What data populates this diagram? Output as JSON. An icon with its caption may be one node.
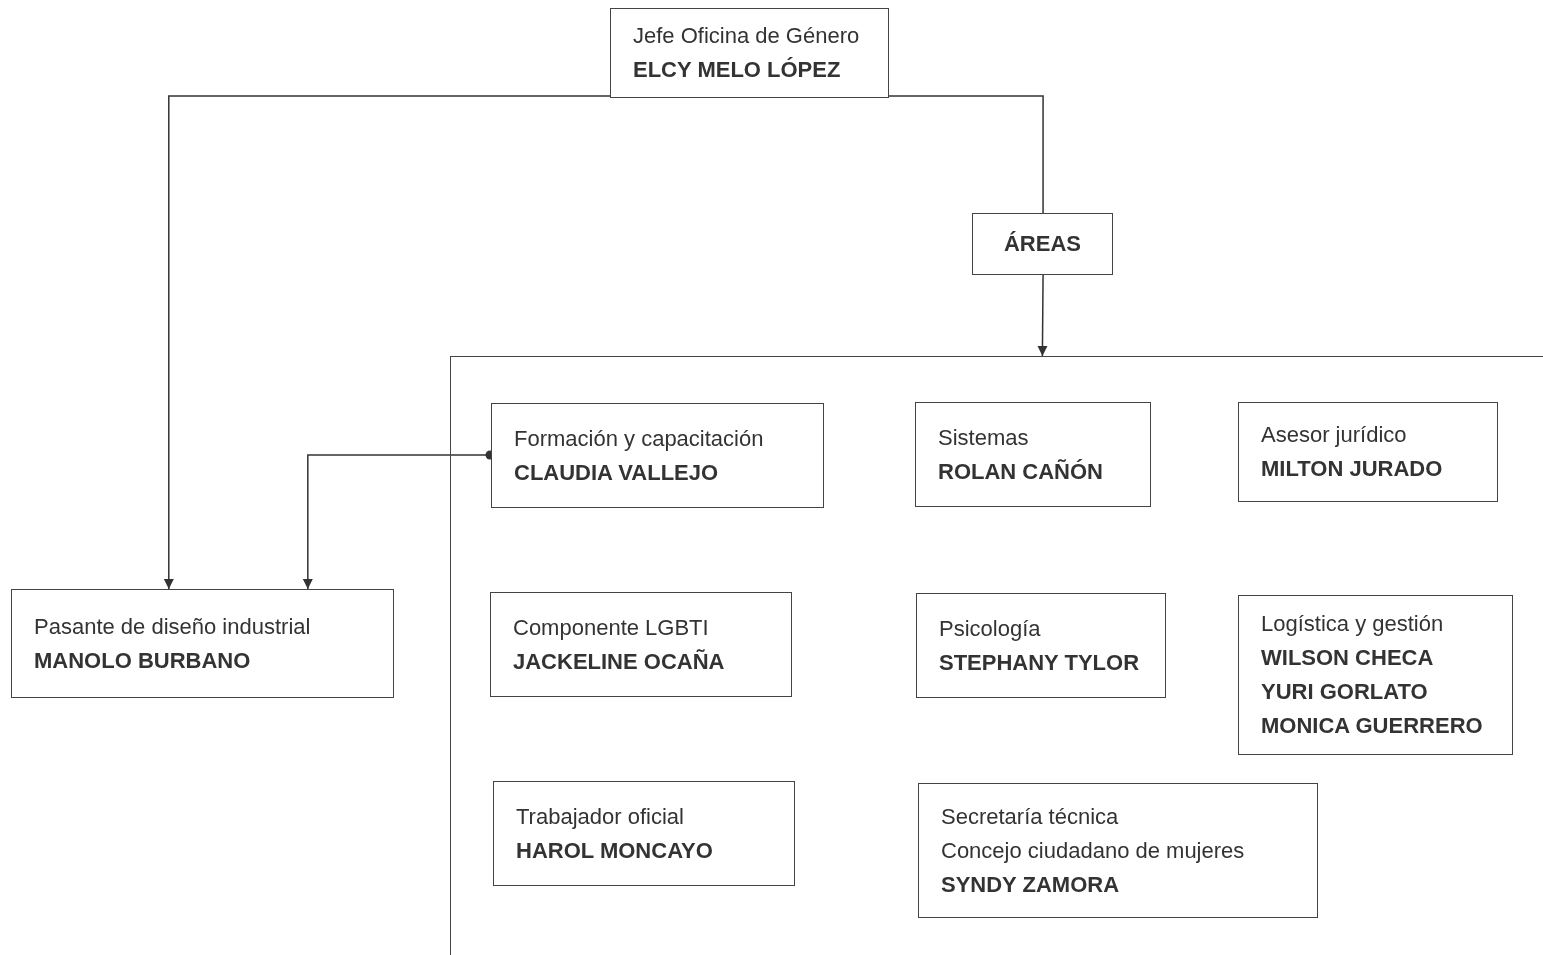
{
  "diagram": {
    "nodes": [
      {
        "text": [
          "Jefe Oficina de Género",
          "ELCY MELO LÓPEZ"
        ]
      },
      {
        "text": [
          "ÁREAS"
        ]
      },
      {
        "text": [],
        "shape": "box"
      },
      {
        "text": [
          "Formación y capacitación",
          "CLAUDIA VALLEJO"
        ],
        "in": 2
      },
      {
        "text": [
          "Sistemas",
          "ROLAN CAÑÓN"
        ],
        "in": 2
      },
      {
        "text": [
          "Asesor jurídico",
          "MILTON JURADO"
        ],
        "in": 2
      },
      {
        "text": [
          "Componente LGBTI",
          "JACKELINE OCAÑA"
        ],
        "in": 2
      },
      {
        "text": [
          "Psicología",
          "STEPHANY TYLOR"
        ],
        "in": 2
      },
      {
        "text": [
          "Logística y gestión",
          "WILSON CHECA",
          "YURI GORLATO",
          "MONICA GUERRERO"
        ],
        "in": 2
      },
      {
        "text": [
          "Trabajador oficial",
          "HAROL MONCAYO"
        ],
        "in": 2
      },
      {
        "text": [
          "Secretaría técnica",
          "Concejo ciudadano de mujeres",
          "SYNDY ZAMORA"
        ],
        "in": 2
      },
      {
        "text": [
          "Pasante de diseño industrial",
          "MANOLO BURBANO"
        ]
      }
    ],
    "edges": [
      {
        "from": 0,
        "to": 11,
        "arrow": "to"
      },
      {
        "from": 0,
        "to": 1,
        "arrow": "none"
      },
      {
        "from": 1,
        "to": 2,
        "arrow": "to"
      },
      {
        "from": 3,
        "to": 11,
        "arrow": "to"
      }
    ]
  }
}
